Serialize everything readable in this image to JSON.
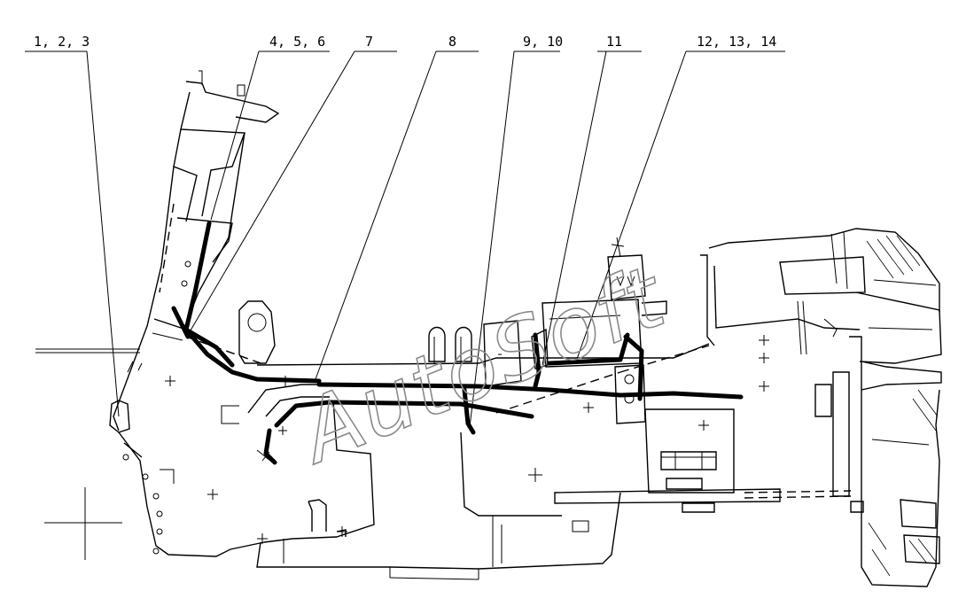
{
  "callouts": [
    {
      "label": "1, 2, 3"
    },
    {
      "label": "4, 5, 6"
    },
    {
      "label": "7"
    },
    {
      "label": "8"
    },
    {
      "label": "9, 10"
    },
    {
      "label": "11"
    },
    {
      "label": "12, 13, 14"
    }
  ],
  "watermark": "AutoSoft"
}
